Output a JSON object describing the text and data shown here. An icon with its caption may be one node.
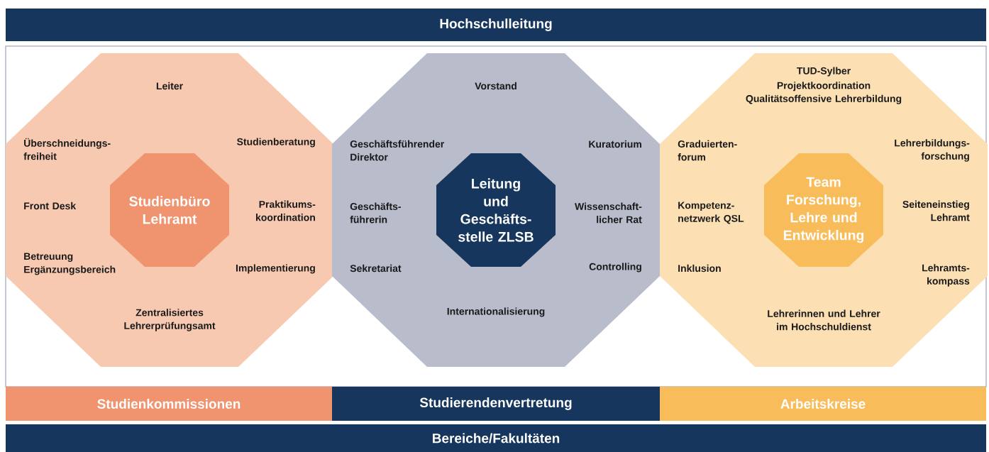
{
  "diagram": {
    "nodes": [
      {
        "text": [
          "Hochschulleitung"
        ]
      },
      {
        "text": [
          "Leiter",
          "Überschneidungs- freiheit",
          "Studienberatung",
          "Front Desk",
          "Praktikums- koordination",
          "Betreuung Ergänzungsbereich",
          "Implementierung",
          "Zentralisiertes Lehrerprüfungsamt"
        ]
      },
      {
        "text": [
          "Studienbüro Lehramt"
        ],
        "in": 1
      },
      {
        "text": [
          "Vorstand",
          "Geschäftsführender Direktor",
          "Kuratorium",
          "Geschäfts- führerin",
          "Wissenschaft- licher Rat",
          "Sekretariat",
          "Controlling",
          "Internationalisierung"
        ]
      },
      {
        "text": [
          "Leitung und Geschäfts- stelle ZLSB"
        ],
        "in": 3
      },
      {
        "text": [
          "TUD-Sylber",
          "Projektkoordination Qualitätsoffensive Lehrerbildung",
          "Graduierten- forum",
          "Lehrerbildungs- forschung",
          "Kompetenz- netzwerk QSL",
          "Seiteneinstieg Lehramt",
          "Inklusion",
          "Lehramts- kompass",
          "Lehrerinnen und Lehrer im Hochschuldienst"
        ]
      },
      {
        "text": [
          "Team Forschung, Lehre und Entwicklung"
        ],
        "in": 5
      },
      {
        "text": [
          "Studienkommissionen"
        ]
      },
      {
        "text": [
          "Studierendenvertretung"
        ]
      },
      {
        "text": [
          "Arbeitskreise"
        ]
      },
      {
        "text": [
          "Bereiche/Fakultäten"
        ]
      }
    ]
  }
}
